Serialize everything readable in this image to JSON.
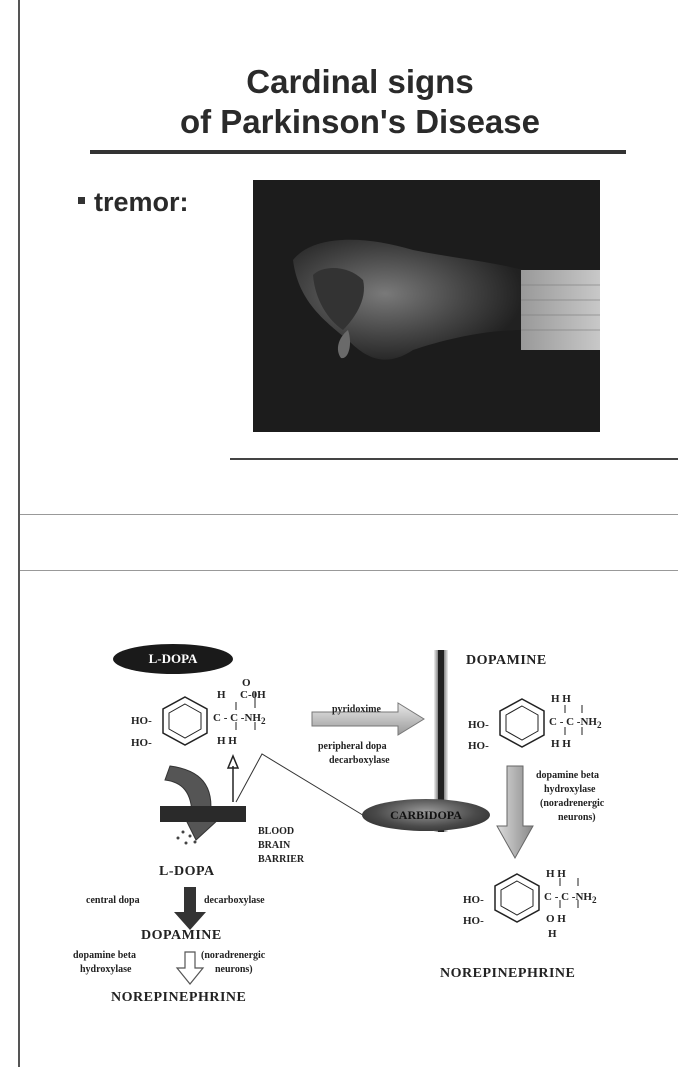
{
  "slide1": {
    "title_line1": "Cardinal signs",
    "title_line2": "of Parkinson's Disease",
    "bullet": "tremor:"
  },
  "slide2": {
    "ldopa_oval": "L-DOPA",
    "dopamine_top": "DOPAMINE",
    "pyridoxime": "pyridoxime",
    "peripheral_line1": "peripheral dopa",
    "peripheral_line2": "decarboxylase",
    "carbidopa": "CARBIDOPA",
    "blood": "BLOOD",
    "brain": "BRAIN",
    "barrier": "BARRIER",
    "ldopa_central": "L-DOPA",
    "central_dopa": "central dopa",
    "decarboxylase": "decarboxylase",
    "dopamine_central": "DOPAMINE",
    "dbh_left_line1": "dopamine beta",
    "dbh_left_line2": "hydroxylase",
    "noradr_left_line1": "(noradrenergic",
    "noradr_left_line2": "neurons)",
    "norepinephrine_left": "NOREPINEPHRINE",
    "dbh_right_line1": "dopamine beta",
    "dbh_right_line2": "hydroxylase",
    "dbh_right_line3": "(noradrenergic",
    "dbh_right_line4": "neurons)",
    "norepinephrine_right": "NOREPINEPHRINE",
    "ldopa_struct": {
      "o_top": "O",
      "cooh": "C-0H",
      "h1": "H",
      "row": "C - C -NH",
      "sub": "2",
      "h_bottom": "H   H",
      "ho1": "HO-",
      "ho2": "HO-"
    },
    "dopamine_struct": {
      "h_top": "H  H",
      "row": "C - C -NH",
      "sub": "2",
      "h_bottom": "H  H",
      "ho1": "HO-",
      "ho2": "HO-"
    },
    "norepi_struct": {
      "h_top": "H  H",
      "row": "C - C -NH",
      "sub": "2",
      "o_row": "O   H",
      "h_bottom": "H",
      "ho1": "HO-",
      "ho2": "HO-"
    }
  }
}
